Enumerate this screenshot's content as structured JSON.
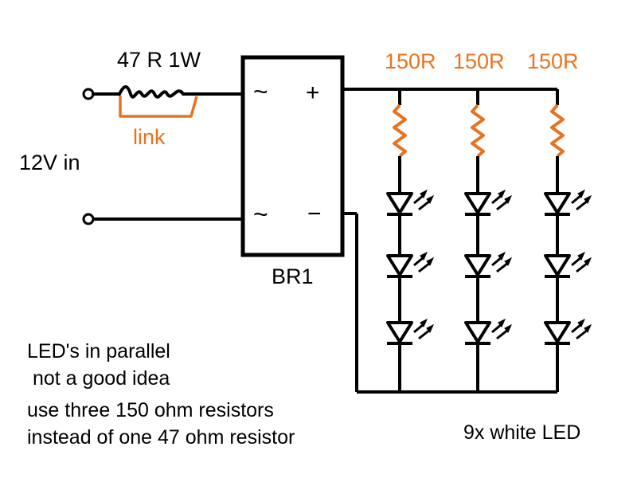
{
  "resistor_main": {
    "label": "47 R 1W"
  },
  "link": {
    "label": "link"
  },
  "input": {
    "label": "12V in"
  },
  "bridge": {
    "label": "BR1",
    "ac1": "~",
    "plus": "+",
    "ac2": "~",
    "minus": "−"
  },
  "led_resistors": [
    {
      "label": "150R"
    },
    {
      "label": "150R"
    },
    {
      "label": "150R"
    }
  ],
  "led_count_label": "9x white LED",
  "notes": [
    "LED's in parallel",
    " not a good idea",
    "use three 150 ohm resistors",
    "instead of one 47 ohm resistor"
  ],
  "colors": {
    "wire": "#000000",
    "accent": "#e8731f"
  }
}
